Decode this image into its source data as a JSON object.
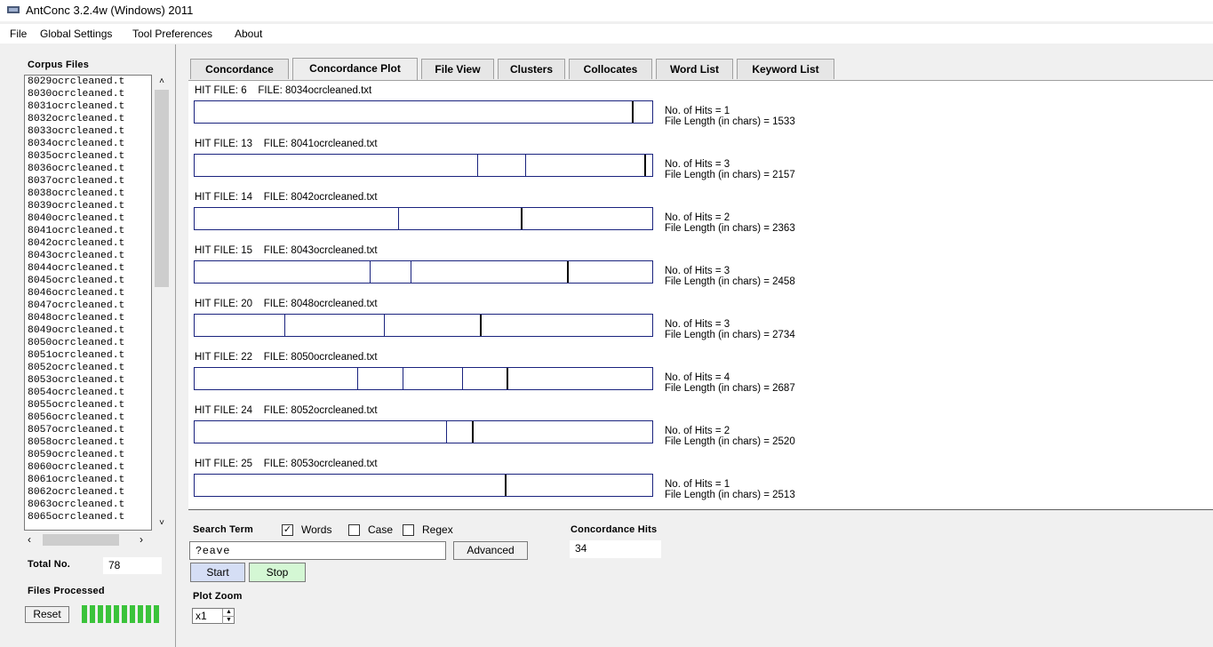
{
  "window": {
    "title": "AntConc 3.2.4w (Windows) 2011"
  },
  "menu": [
    "File",
    "Global Settings",
    "Tool Preferences",
    "About"
  ],
  "left": {
    "corpus_title": "Corpus Files",
    "files": [
      "8029ocrcleaned.t",
      "8030ocrcleaned.t",
      "8031ocrcleaned.t",
      "8032ocrcleaned.t",
      "8033ocrcleaned.t",
      "8034ocrcleaned.t",
      "8035ocrcleaned.t",
      "8036ocrcleaned.t",
      "8037ocrcleaned.t",
      "8038ocrcleaned.t",
      "8039ocrcleaned.t",
      "8040ocrcleaned.t",
      "8041ocrcleaned.t",
      "8042ocrcleaned.t",
      "8043ocrcleaned.t",
      "8044ocrcleaned.t",
      "8045ocrcleaned.t",
      "8046ocrcleaned.t",
      "8047ocrcleaned.t",
      "8048ocrcleaned.t",
      "8049ocrcleaned.t",
      "8050ocrcleaned.t",
      "8051ocrcleaned.t",
      "8052ocrcleaned.t",
      "8053ocrcleaned.t",
      "8054ocrcleaned.t",
      "8055ocrcleaned.t",
      "8056ocrcleaned.t",
      "8057ocrcleaned.t",
      "8058ocrcleaned.t",
      "8059ocrcleaned.t",
      "8060ocrcleaned.t",
      "8061ocrcleaned.t",
      "8062ocrcleaned.t",
      "8063ocrcleaned.t",
      "8065ocrcleaned.t"
    ],
    "total_label": "Total No.",
    "total_value": "78",
    "processed_label": "Files Processed",
    "reset_label": "Reset",
    "progress_fraction": 1.0
  },
  "tabs": [
    {
      "label": "Concordance",
      "active": false
    },
    {
      "label": "Concordance Plot",
      "active": true
    },
    {
      "label": "File View",
      "active": false
    },
    {
      "label": "Clusters",
      "active": false
    },
    {
      "label": "Collocates",
      "active": false
    },
    {
      "label": "Word List",
      "active": false
    },
    {
      "label": "Keyword List",
      "active": false
    }
  ],
  "hits": [
    {
      "label": "HIT FILE: 6    FILE: 8034ocrcleaned.txt",
      "hits_text": "No. of Hits = 1",
      "length_text": "File Length (in chars) = 1533",
      "length": 1533,
      "positions": [
        0.955
      ]
    },
    {
      "label": "HIT FILE: 13    FILE: 8041ocrcleaned.txt",
      "hits_text": "No. of Hits = 3",
      "length_text": "File Length (in chars) = 2157",
      "length": 2157,
      "positions": [
        0.617,
        0.722,
        0.982
      ]
    },
    {
      "label": "HIT FILE: 14    FILE: 8042ocrcleaned.txt",
      "hits_text": "No. of Hits = 2",
      "length_text": "File Length (in chars) = 2363",
      "length": 2363,
      "positions": [
        0.445,
        0.712
      ]
    },
    {
      "label": "HIT FILE: 15    FILE: 8043ocrcleaned.txt",
      "hits_text": "No. of Hits = 3",
      "length_text": "File Length (in chars) = 2458",
      "length": 2458,
      "positions": [
        0.382,
        0.472,
        0.813
      ]
    },
    {
      "label": "HIT FILE: 20    FILE: 8048ocrcleaned.txt",
      "hits_text": "No. of Hits = 3",
      "length_text": "File Length (in chars) = 2734",
      "length": 2734,
      "positions": [
        0.197,
        0.413,
        0.624
      ]
    },
    {
      "label": "HIT FILE: 22    FILE: 8050ocrcleaned.txt",
      "hits_text": "No. of Hits = 4",
      "length_text": "File Length (in chars) = 2687",
      "length": 2687,
      "positions": [
        0.355,
        0.455,
        0.584,
        0.681
      ]
    },
    {
      "label": "HIT FILE: 24    FILE: 8052ocrcleaned.txt",
      "hits_text": "No. of Hits = 2",
      "length_text": "File Length (in chars) = 2520",
      "length": 2520,
      "positions": [
        0.55,
        0.605
      ]
    },
    {
      "label": "HIT FILE: 25    FILE: 8053ocrcleaned.txt",
      "hits_text": "No. of Hits = 1",
      "length_text": "File Length (in chars) = 2513",
      "length": 2513,
      "positions": [
        0.678
      ]
    }
  ],
  "search": {
    "term_label": "Search Term",
    "words_label": "Words",
    "words_checked": true,
    "case_label": "Case",
    "case_checked": false,
    "regex_label": "Regex",
    "regex_checked": false,
    "value": "?eave",
    "advanced_label": "Advanced",
    "start_label": "Start",
    "stop_label": "Stop",
    "hits_label": "Concordance Hits",
    "hits_value": "34",
    "zoom_label": "Plot Zoom",
    "zoom_value": "x1"
  },
  "colors": {
    "bar_border": "#1a237e",
    "start_btn": "#d5def5",
    "stop_btn": "#d4f7d4",
    "progress": "#3bc33b"
  }
}
